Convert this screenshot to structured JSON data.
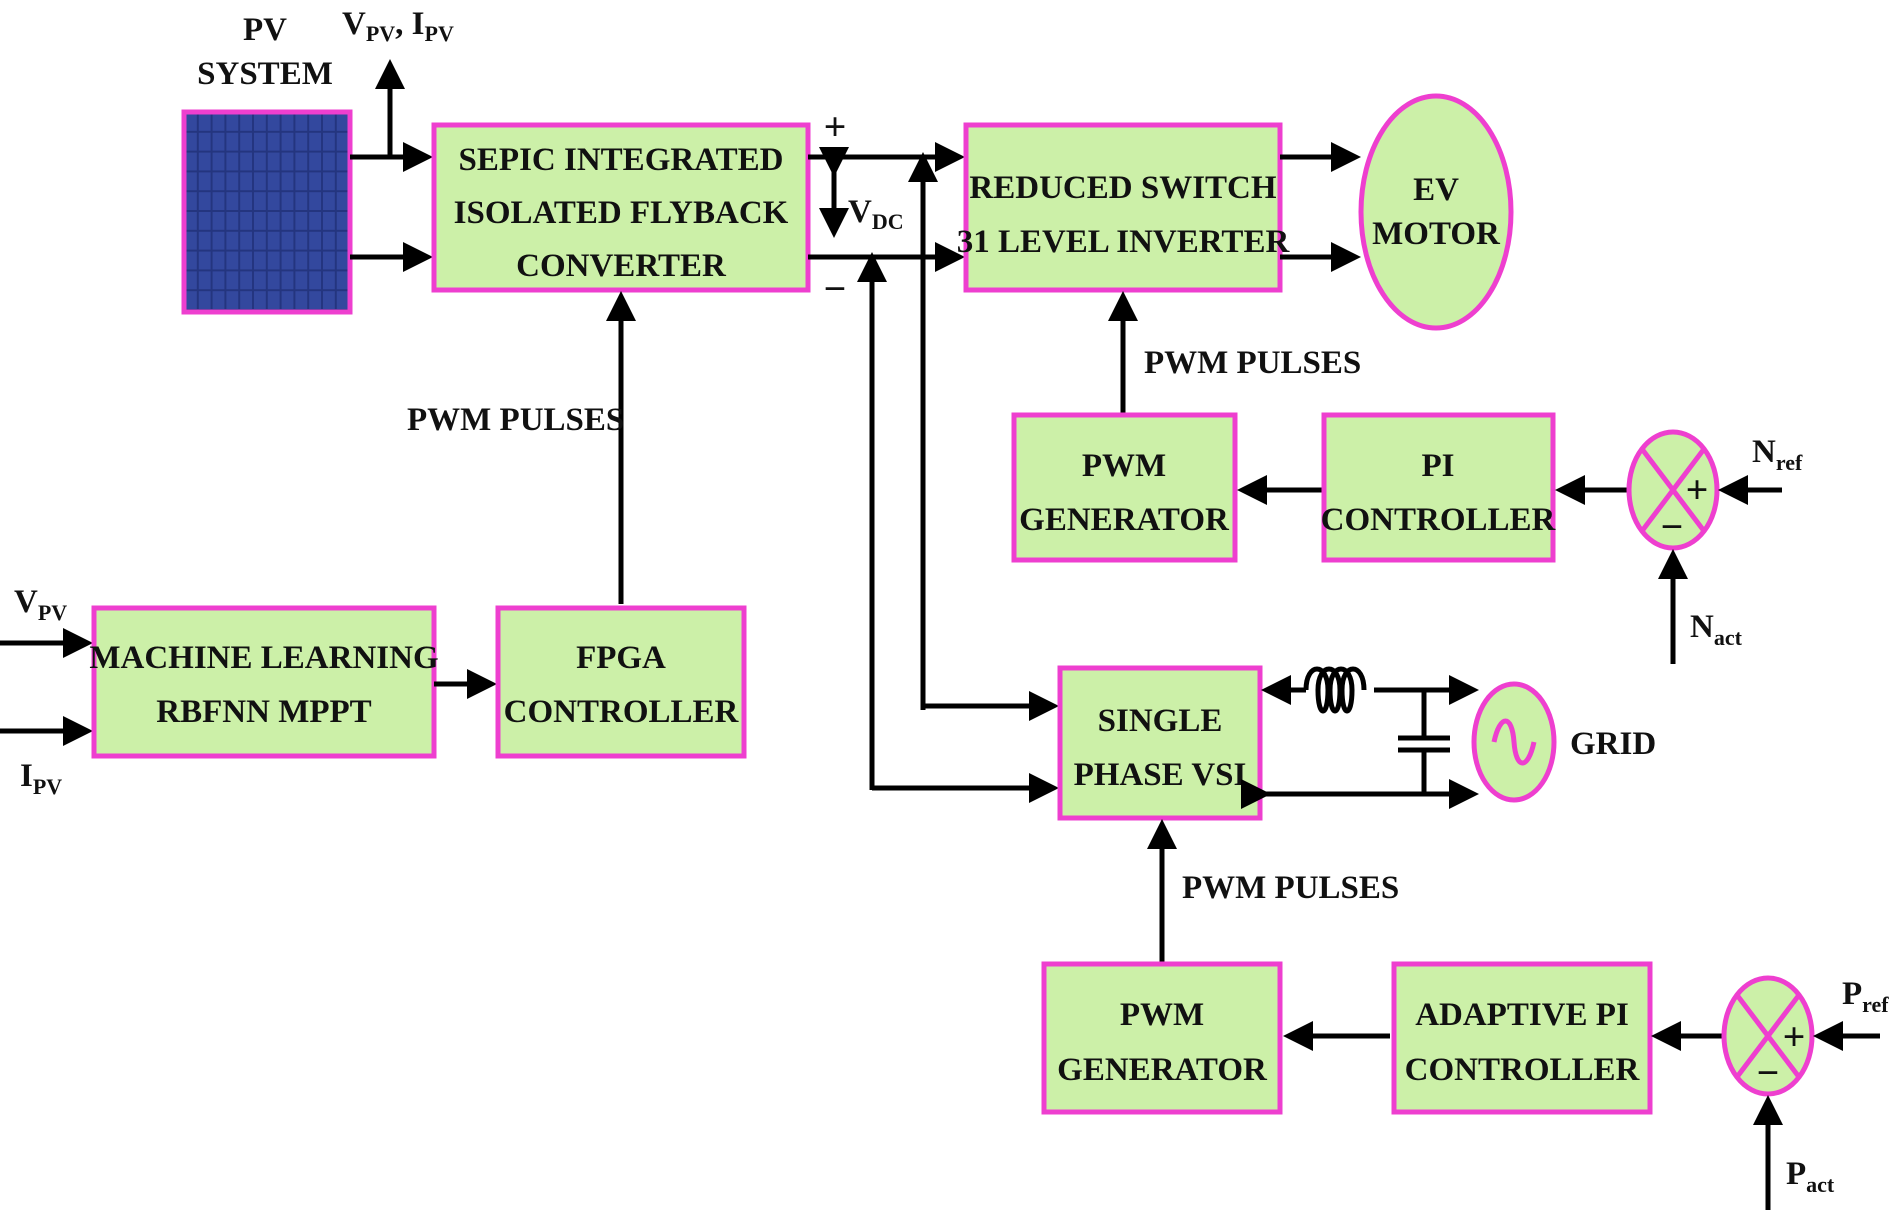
{
  "pv": {
    "title_line1": "PV",
    "title_line2": "SYSTEM",
    "meas": {
      "v": "V",
      "v_sub": "PV",
      "sep": ", ",
      "i": "I",
      "i_sub": "PV"
    }
  },
  "sepic": {
    "line1": "SEPIC INTEGRATED",
    "line2": "ISOLATED FLYBACK",
    "line3": "CONVERTER"
  },
  "dc_bus": {
    "plus": "+",
    "minus": "−",
    "v": "V",
    "v_sub": "DC"
  },
  "inverter": {
    "line1": "REDUCED SWITCH",
    "line2": "31 LEVEL INVERTER"
  },
  "motor": {
    "line1": "EV",
    "line2": "MOTOR"
  },
  "pwm_pulses": {
    "sepic": "PWM PULSES",
    "inverter": "PWM PULSES",
    "vsi": "PWM PULSES"
  },
  "motor_ctrl": {
    "pwm_gen": {
      "line1": "PWM",
      "line2": "GENERATOR"
    },
    "pi": {
      "line1": "PI",
      "line2": "CONTROLLER"
    },
    "sum_plus": "+",
    "sum_minus": "−",
    "ref": {
      "main": "N",
      "sub": "ref"
    },
    "act": {
      "main": "N",
      "sub": "act"
    }
  },
  "mppt": {
    "line1": "MACHINE LEARNING",
    "line2": "RBFNN MPPT",
    "in_v": {
      "main": "V",
      "sub": "PV"
    },
    "in_i": {
      "main": "I",
      "sub": "PV"
    }
  },
  "fpga": {
    "line1": "FPGA",
    "line2": "CONTROLLER"
  },
  "vsi": {
    "line1": "SINGLE",
    "line2": "PHASE VSI"
  },
  "grid": {
    "label": "GRID"
  },
  "grid_ctrl": {
    "pwm_gen": {
      "line1": "PWM",
      "line2": "GENERATOR"
    },
    "api": {
      "line1": "ADAPTIVE PI",
      "line2": "CONTROLLER"
    },
    "sum_plus": "+",
    "sum_minus": "−",
    "ref": {
      "main": "P",
      "sub": "ref"
    },
    "act": {
      "main": "P",
      "sub": "act"
    }
  },
  "colors": {
    "block_fill": "#ccf0a8",
    "block_border": "#ee3fcf",
    "panel": "#2b3a8c",
    "wire": "#000000"
  }
}
